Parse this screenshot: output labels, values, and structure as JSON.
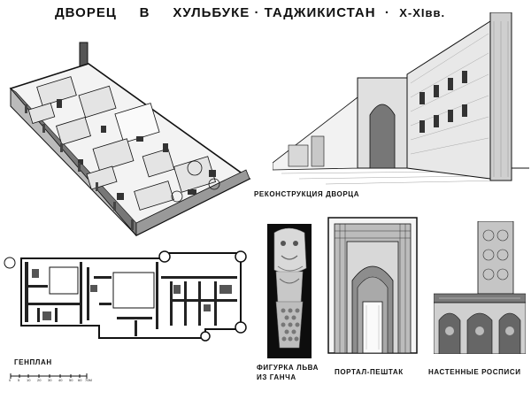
{
  "title": {
    "part1": "ДВОРЕЦ",
    "part2": "В",
    "part3": "ХУЛЬБУКЕ",
    "sep1": "·",
    "part4": "ТАДЖИКИСТАН",
    "sep2": "·",
    "part5": "X-XIвв."
  },
  "captions": {
    "reconstruction": "РЕКОНСТРУКЦИЯ ДВОРЦА",
    "genplan": "ГЕНПЛАН",
    "lion_line1": "ФИГУРКА ЛЬВА",
    "lion_line2": "ИЗ ГАНЧА",
    "portal": "ПОРТАЛ-ПЕШТАК",
    "murals": "НАСТЕННЫЕ РОСПИСИ"
  },
  "scale": {
    "ticks": [
      "0",
      "5",
      "10",
      "20",
      "30",
      "40",
      "50",
      "60",
      "70M"
    ]
  }
}
